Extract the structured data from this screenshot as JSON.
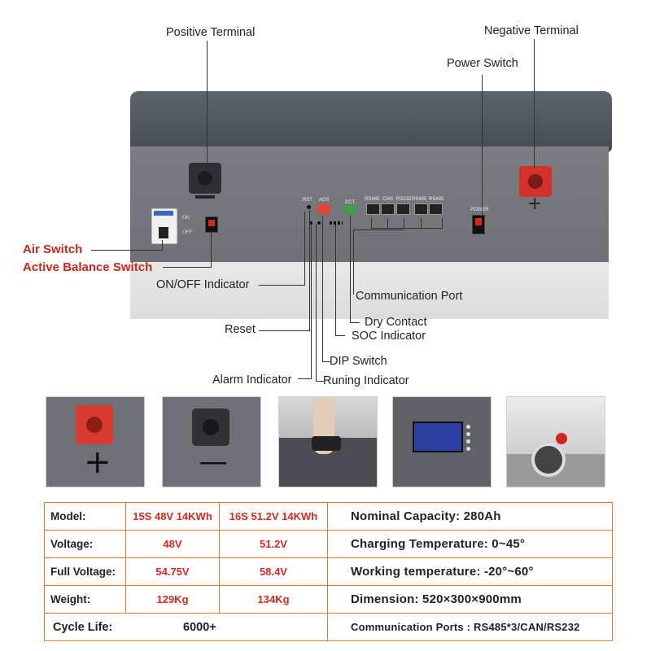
{
  "callouts": {
    "positive_terminal": "Positive Terminal",
    "negative_terminal": "Negative Terminal",
    "power_switch": "Power Switch",
    "air_switch": "Air Switch",
    "active_balance_switch": "Active Balance Switch",
    "on_off_indicator": "ON/OFF Indicator",
    "communication_port": "Communication Port",
    "dry_contact": "Dry Contact",
    "reset": "Reset",
    "soc_indicator": "SOC Indicator",
    "dip_switch": "DIP Switch",
    "alarm_indicator": "Alarm Indicator",
    "runing_indicator": "Runing Indicator"
  },
  "panel_labels": {
    "power": "POWER",
    "on": "ON",
    "off": "OFF",
    "rs485": "RS485",
    "can": "CAN",
    "rs232": "RS232",
    "rs485_2": "RS485",
    "rs485_3": "RS485",
    "dct": "DCT",
    "rst": "RST",
    "ads": "ADS",
    "plus": "+",
    "minus": "−"
  },
  "thumb_symbols": {
    "plus": "+",
    "minus": "—"
  },
  "spec_table": {
    "left_rows": [
      {
        "label": "Model:",
        "v1": "15S 48V 14KWh",
        "v2": "16S 51.2V 14KWh"
      },
      {
        "label": "Voltage:",
        "v1": "48V",
        "v2": "51.2V"
      },
      {
        "label": "Full Voltage:",
        "v1": "54.75V",
        "v2": "58.4V"
      },
      {
        "label": "Weight:",
        "v1": "129Kg",
        "v2": "134Kg"
      }
    ],
    "cycle_life_label": "Cycle Life:",
    "cycle_life_value": "6000+",
    "right_rows": [
      "Nominal Capacity: 280Ah",
      "Charging Temperature: 0~45°",
      "Working temperature: -20°~60°",
      "Dimension: 520×300×900mm",
      "Communication Ports : RS485*3/CAN/RS232"
    ]
  },
  "colors": {
    "accent_red": "#c8281e",
    "table_border": "#e07a2a",
    "cabinet": "#6f7378"
  }
}
